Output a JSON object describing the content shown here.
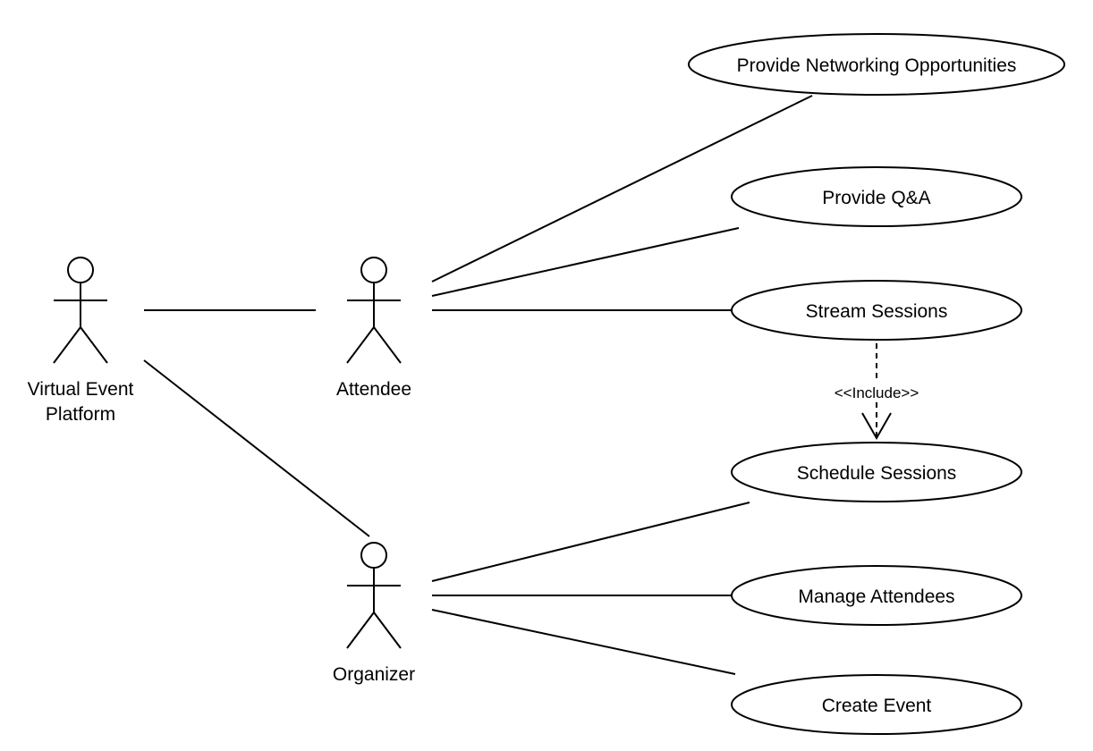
{
  "actors": {
    "platform": {
      "line1": "Virtual Event",
      "line2": "Platform"
    },
    "attendee": {
      "label": "Attendee"
    },
    "organizer": {
      "label": "Organizer"
    }
  },
  "use_cases": {
    "networking": "Provide Networking Opportunities",
    "qa": "Provide Q&A",
    "stream": "Stream Sessions",
    "schedule": "Schedule Sessions",
    "manage": "Manage Attendees",
    "create": "Create Event"
  },
  "relationships": {
    "include_label": "<<Include>>"
  }
}
